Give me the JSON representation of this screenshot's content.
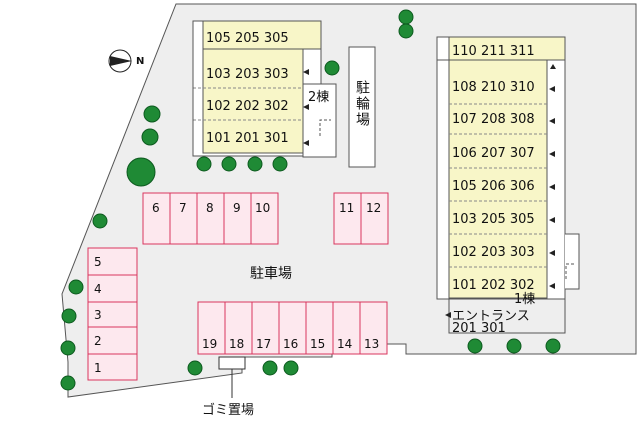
{
  "compass": {
    "label": "N"
  },
  "parking_label": "駐車場",
  "bike_parking_label": "駐輪場",
  "garbage_label": "ゴミ置場",
  "building2": {
    "name": "2棟",
    "rows": [
      "105 205 305",
      "103 203 303",
      "102 202 302",
      "101 201 301"
    ]
  },
  "building1": {
    "name": "1棟",
    "rows": [
      "110 211 311",
      "108 210 310",
      "107 208 308",
      "106 207 307",
      "105 206 306",
      "103 205 305",
      "102 203 303",
      "101 202 302"
    ],
    "entrance_label": "エントランス",
    "extra_units": "201 301"
  },
  "parking": {
    "left_column": [
      "5",
      "4",
      "3",
      "2",
      "1"
    ],
    "top_row": [
      "6",
      "7",
      "8",
      "9",
      "10"
    ],
    "top_pair": [
      "11",
      "12"
    ],
    "bottom_row": [
      "19",
      "18",
      "17",
      "16",
      "15",
      "14",
      "13"
    ]
  },
  "colors": {
    "ground": "#eeeeee",
    "building_fill": "#f8f6c8",
    "parking_fill": "#fde8ee",
    "parking_stroke": "#d9365e",
    "tree": "#1f8a35"
  }
}
